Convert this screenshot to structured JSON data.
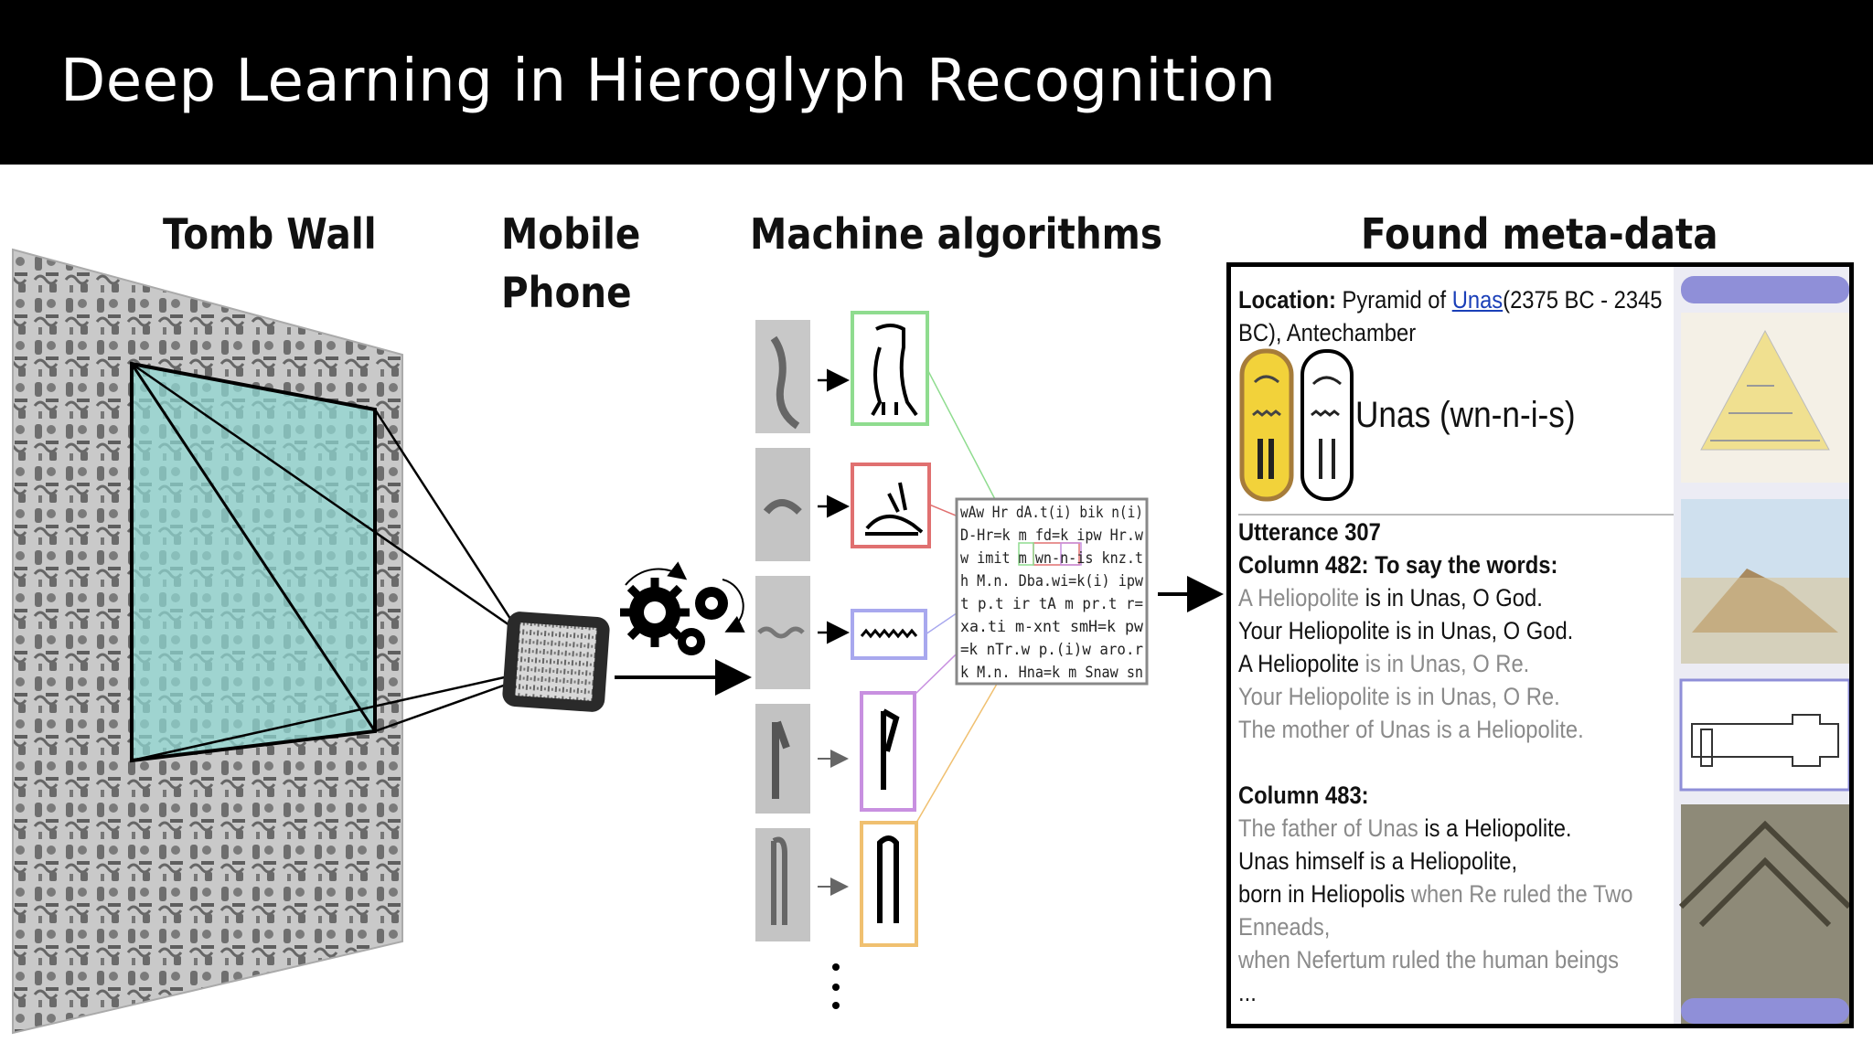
{
  "slide": {
    "title": "Deep Learning in Hieroglyph Recognition"
  },
  "columns": {
    "tomb_wall": "Tomb Wall",
    "mobile_phone_line1": "Mobile",
    "mobile_phone_line2": "Phone",
    "machine_algorithms": "Machine algorithms",
    "found_metadata": "Found meta-data"
  },
  "transliteration": [
    "wAw Hr dA.t(i) bik n(i)",
    "D-Hr=k m fd=k ipw Hr.w",
    "w imit m wn-n-is knz.t",
    "h M.n. Dba.wi=k(i) ipw",
    "t p.t ir tA m pr.t r=",
    "xa.ti m-xnt smH=k pw",
    "=k nTr.w p.(i)w aro.r",
    "k M.n. Hna=k m Snaw sn"
  ],
  "metadata": {
    "location_label": "Location:",
    "location_pre": "Pyramid of",
    "location_link": "Unas",
    "location_post": "(2375 BC - 2345",
    "location_line2": "BC), Antechamber",
    "cartouche_name": "Unas (wn-n-i-s)",
    "utterance": "Utterance 307",
    "col482_label": "Column 482",
    "col482_rest": ": To say the words:",
    "col482_lines": [
      {
        "a": "A Heliopolite",
        "b": " is in Unas, O God."
      },
      {
        "a": "Your Heliopolite is in Unas, O God.",
        "b": ""
      },
      {
        "a": "A Heliopolite",
        "b": " is in Unas, O Re."
      },
      {
        "a": "Your Heliopolite is in Unas, O Re.",
        "b": ""
      },
      {
        "a": "The mother of Unas is a Heliopolite.",
        "b": ""
      }
    ],
    "col483_label": "Column 483:",
    "col483_lines": [
      "The father of Unas is a Heliopolite.",
      "Unas himself is a Heliopolite,",
      "born in Heliopolis when Re ruled the Two",
      "Enneads,",
      "when Nefertum ruled the human beings",
      "..."
    ]
  },
  "colors": {
    "highlight": "#8fd8d2",
    "box_green": "#8fdc8f",
    "box_red": "#e07070",
    "box_blue": "#a8a8ee",
    "box_purple": "#c890e0",
    "box_orange": "#f0c070"
  }
}
